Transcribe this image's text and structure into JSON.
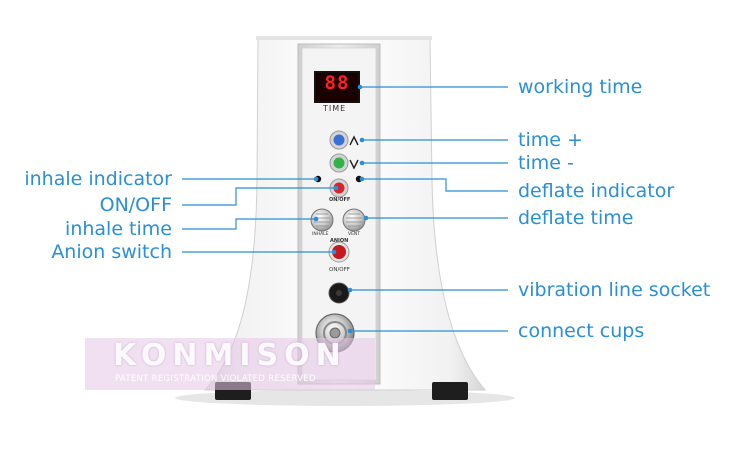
{
  "device": {
    "display_value": "88",
    "display_caption": "TIME",
    "power_button_caption": "ON/OFF",
    "knob_left_caption": "INHALE",
    "knob_right_caption": "VENT",
    "anion_caption": "ANION",
    "vibration_switch_caption": "ON/OFF"
  },
  "callouts_right": [
    {
      "label": "working time"
    },
    {
      "label": "time +"
    },
    {
      "label": "time -"
    },
    {
      "label": "deflate indicator"
    },
    {
      "label": "deflate time"
    },
    {
      "label": "vibration line socket"
    },
    {
      "label": "connect cups"
    }
  ],
  "callouts_left": [
    {
      "label": "inhale indicator"
    },
    {
      "label": "ON/OFF"
    },
    {
      "label": "inhale time"
    },
    {
      "label": "Anion switch"
    }
  ],
  "watermark": {
    "brand": "KONMISON",
    "subtitle": "PATENT REGISTRATION VIOLATED RESERVED"
  },
  "colors": {
    "label_blue": "#2a8fd6",
    "led_blue": "#3a6fd8",
    "led_green": "#33b24a",
    "led_red": "#d8232a",
    "display_red": "#ff2020",
    "watermark_pink": "#e6c6e6"
  }
}
